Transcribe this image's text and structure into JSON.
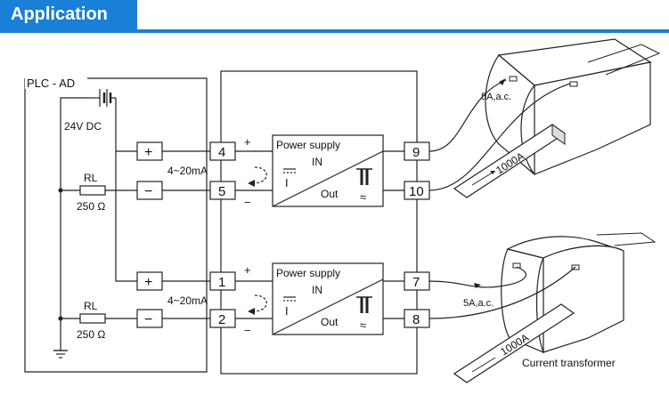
{
  "header": {
    "title": "Application"
  },
  "diagram": {
    "plc_label": "PLC - AD",
    "supply_label": "24V DC",
    "resistor_name": "RL",
    "resistor_value_1": "250 Ω",
    "resistor_value_2": "250 Ω",
    "plus_sign": "+",
    "minus_sign": "−",
    "current_range": "4~20mA",
    "ps_title": "Power supply",
    "ps_in": "IN",
    "ps_out": "Out",
    "ps_current_symbol": "I",
    "terminal_4": "4",
    "terminal_5": "5",
    "terminal_9": "9",
    "terminal_10": "10",
    "terminal_1": "1",
    "terminal_2": "2",
    "terminal_7": "7",
    "terminal_8": "8",
    "ct_secondary": "5A,a.c.",
    "ct_secondary_2": "5A,a.c.",
    "ct_primary": "1000A",
    "ct_label": "Current transformer"
  }
}
